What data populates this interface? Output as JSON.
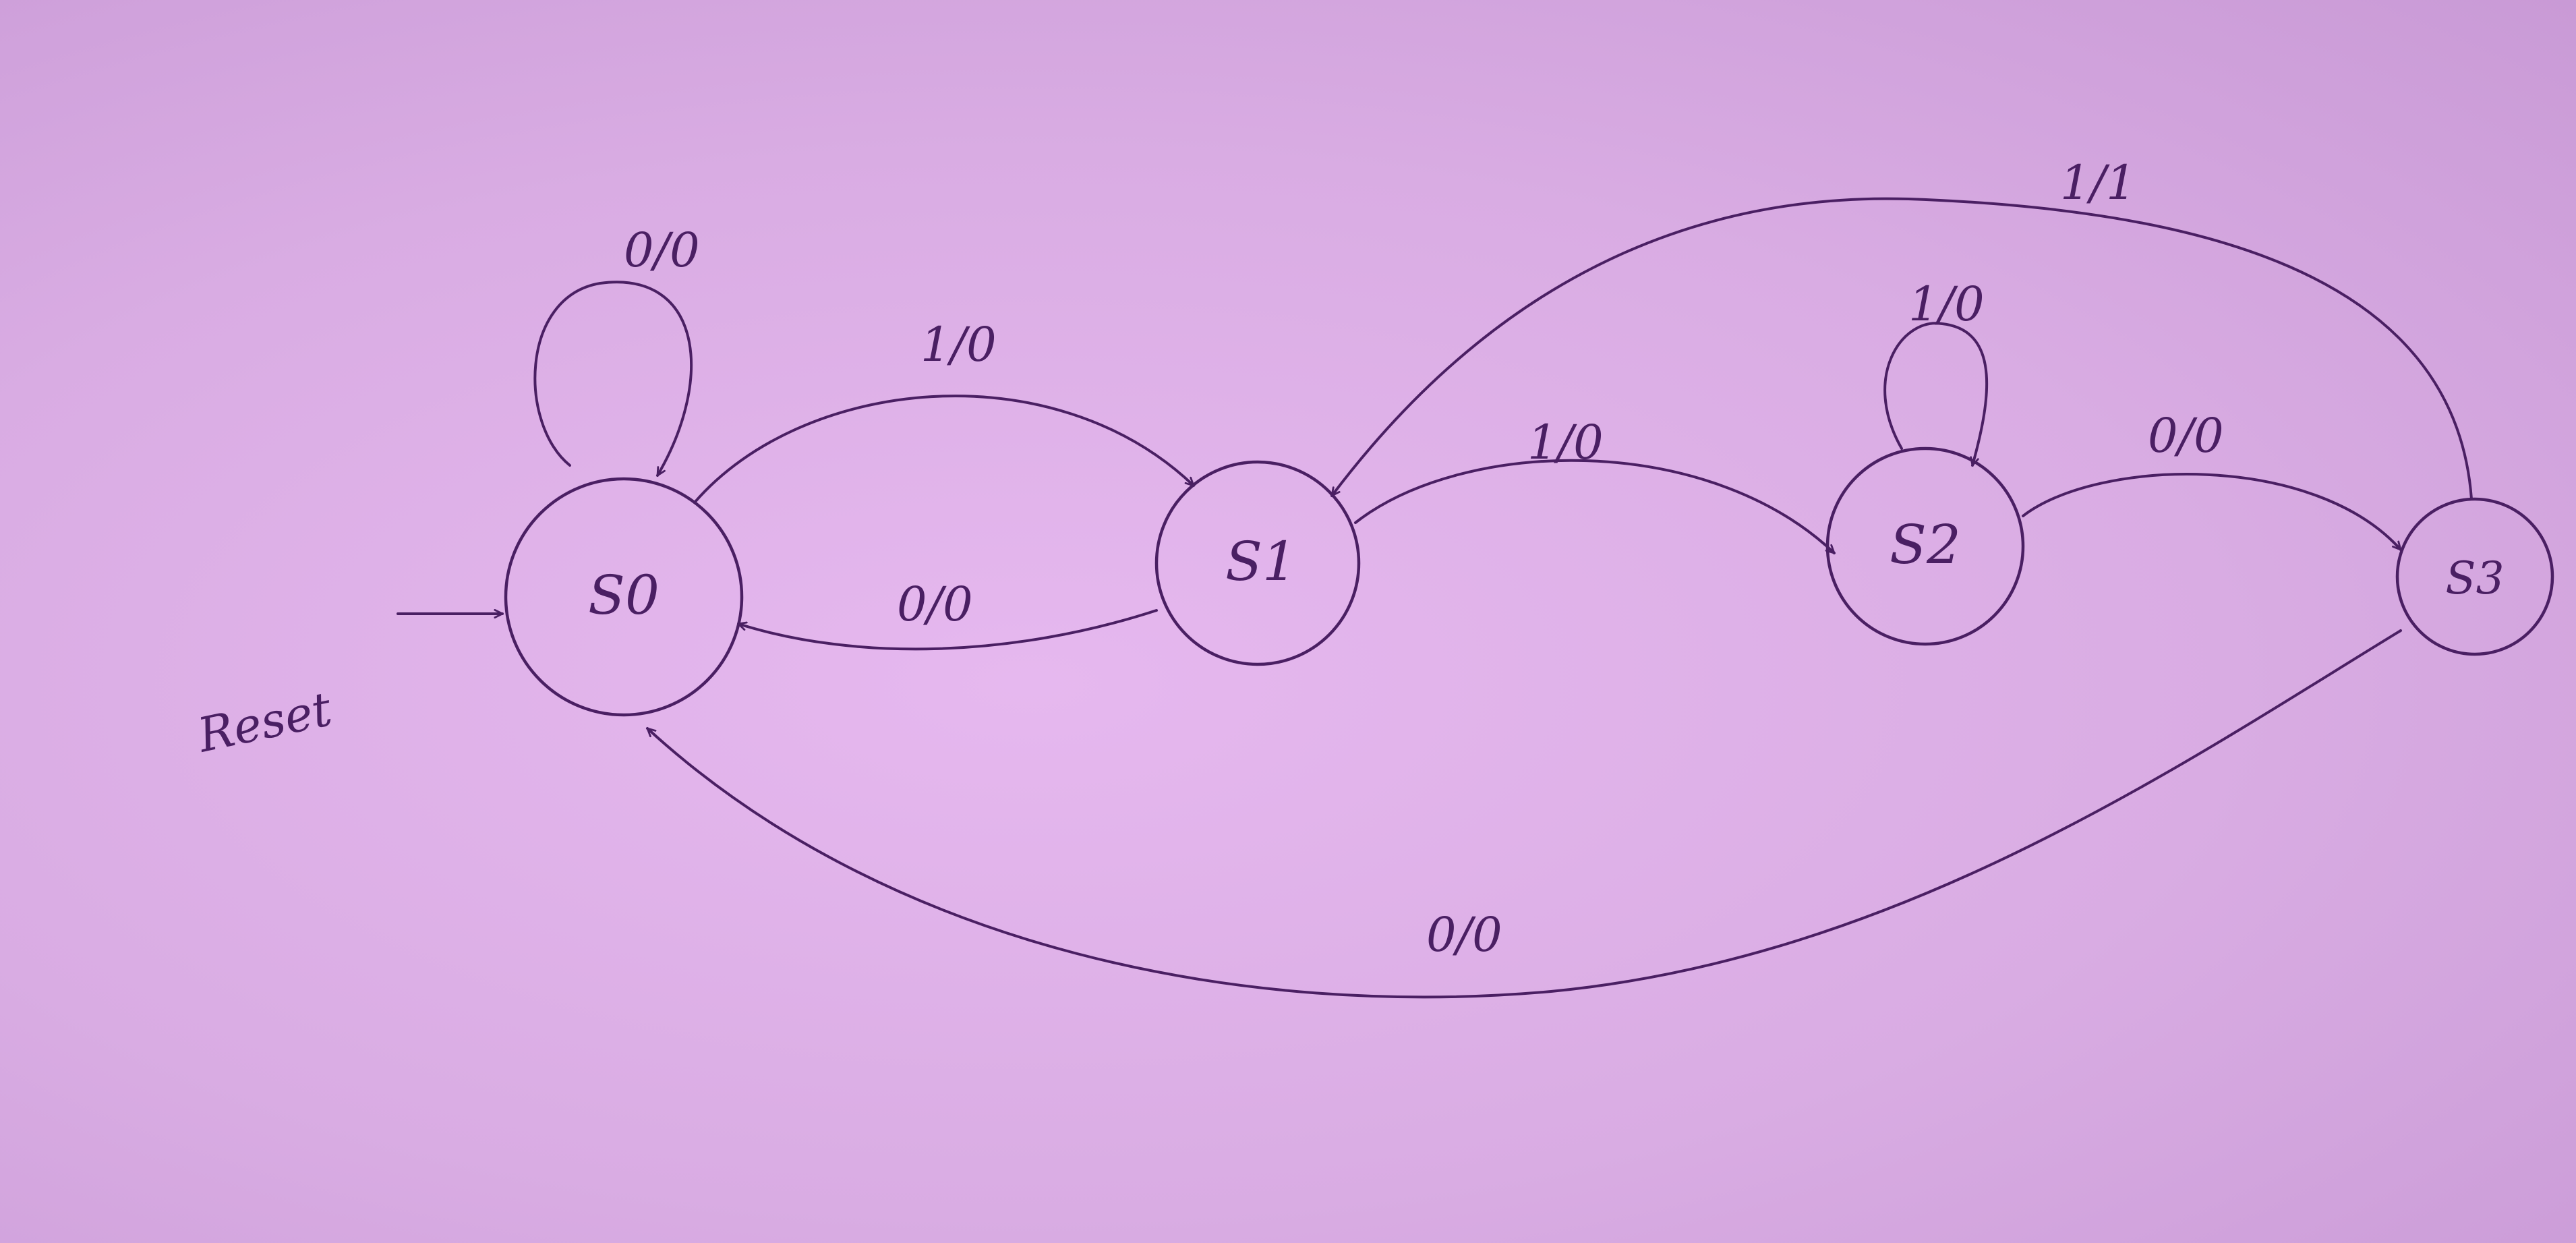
{
  "diagram": {
    "ink_color": "#4a1f63",
    "paper_color": "#dcaee6",
    "states": [
      {
        "id": "s0",
        "label": "S0",
        "initial": true
      },
      {
        "id": "s1",
        "label": "S1"
      },
      {
        "id": "s2",
        "label": "S2"
      },
      {
        "id": "s3",
        "label": "S3"
      }
    ],
    "reset_label": "Reset",
    "transitions": [
      {
        "from": "s0",
        "to": "s0",
        "label": "0/0"
      },
      {
        "from": "s0",
        "to": "s1",
        "label": "1/0"
      },
      {
        "from": "s1",
        "to": "s0",
        "label": "0/0"
      },
      {
        "from": "s1",
        "to": "s2",
        "label": "1/0"
      },
      {
        "from": "s2",
        "to": "s2",
        "label": "1/0"
      },
      {
        "from": "s2",
        "to": "s3",
        "label": "0/0"
      },
      {
        "from": "s3",
        "to": "s1",
        "label": "1/1"
      },
      {
        "from": "s3",
        "to": "s0",
        "label": "0/0"
      }
    ]
  }
}
